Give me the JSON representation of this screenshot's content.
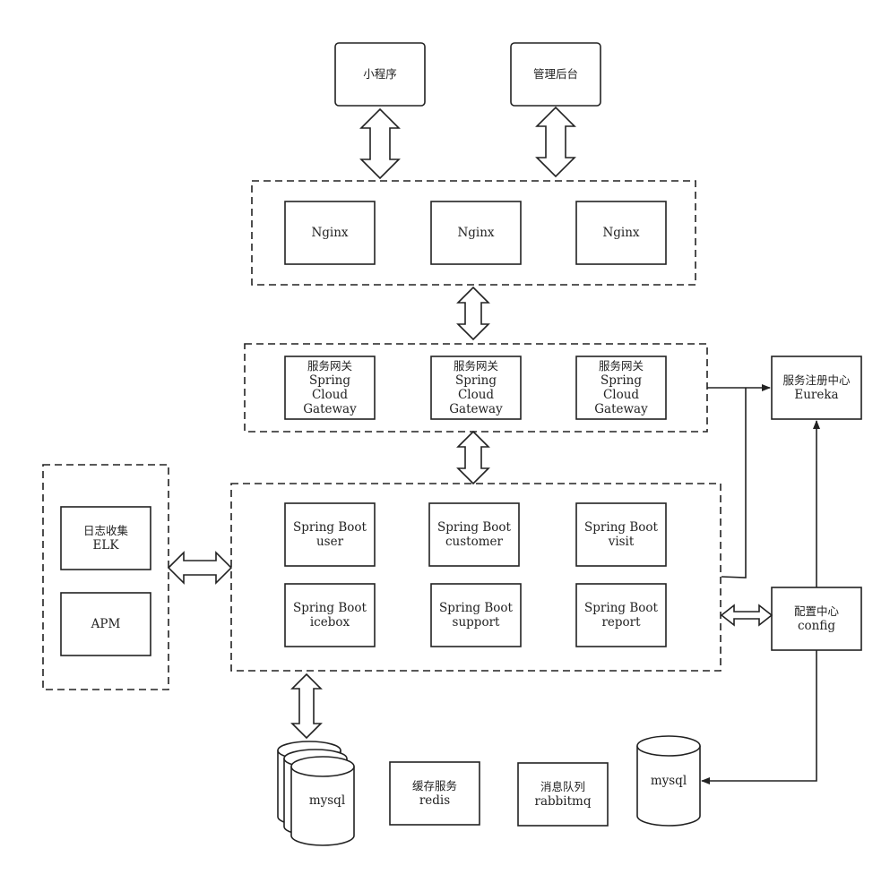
{
  "clients": {
    "miniapp": "小程序",
    "admin": "管理后台"
  },
  "nginx": [
    "Nginx",
    "Nginx",
    "Nginx"
  ],
  "gateways": [
    [
      "服务网关",
      "Spring",
      "Cloud",
      "Gateway"
    ],
    [
      "服务网关",
      "Spring",
      "Cloud",
      "Gateway"
    ],
    [
      "服务网关",
      "Spring",
      "Cloud",
      "Gateway"
    ]
  ],
  "registry": [
    "服务注册中心",
    "Eureka"
  ],
  "services": [
    [
      "Spring Boot",
      "user"
    ],
    [
      "Spring Boot",
      "customer"
    ],
    [
      "Spring Boot",
      "visit"
    ],
    [
      "Spring Boot",
      "icebox"
    ],
    [
      "Spring Boot",
      "support"
    ],
    [
      "Spring Boot",
      "report"
    ]
  ],
  "logging": {
    "elk": [
      "日志收集",
      "ELK"
    ],
    "apm": "APM"
  },
  "config": [
    "配置中心",
    "config"
  ],
  "storage": {
    "mysql_cluster": "mysql",
    "redis": [
      "缓存服务",
      "redis"
    ],
    "mq": [
      "消息队列",
      "rabbitmq"
    ],
    "mysql_config": "mysql"
  }
}
